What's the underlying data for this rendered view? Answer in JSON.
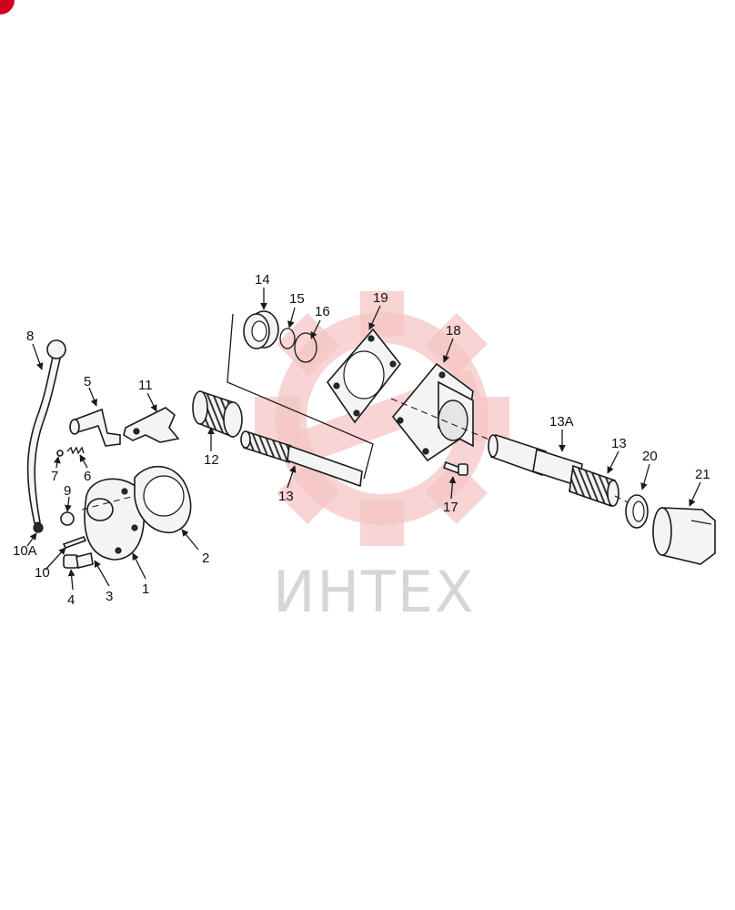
{
  "watermark": {
    "text": "ИНТЕХ",
    "gear_color": "#f6c6c6",
    "text_color": "#d6d6d6"
  },
  "corner_badge": {
    "color": "#d0021b"
  },
  "callouts": {
    "c1": "1",
    "c2": "2",
    "c3": "3",
    "c4": "4",
    "c5": "5",
    "c6": "6",
    "c7": "7",
    "c8": "8",
    "c9": "9",
    "c10": "10",
    "c10a": "10A",
    "c11": "11",
    "c12": "12",
    "c13a": "13",
    "c13b": "13",
    "c13c": "13A",
    "c14": "14",
    "c15": "15",
    "c16": "16",
    "c17": "17",
    "c18": "18",
    "c19": "19",
    "c20": "20",
    "c21": "21"
  }
}
